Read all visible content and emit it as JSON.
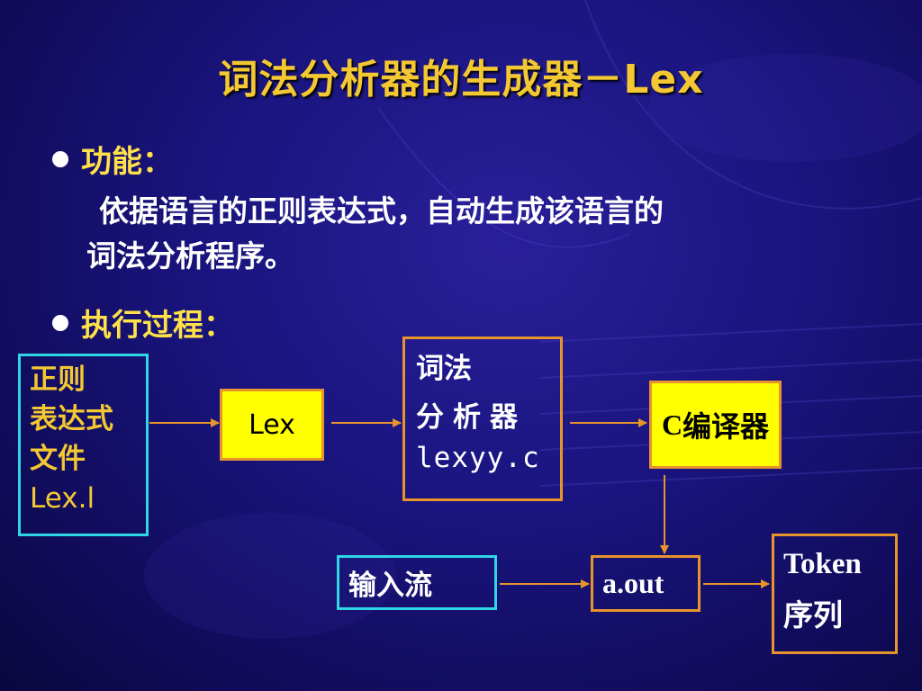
{
  "title": "词法分析器的生成器－Lex",
  "bullets": {
    "function_label": "功能：",
    "function_text_line1": "依据语言的正则表达式，自动生成该语言的",
    "function_text_line2": "词法分析程序。",
    "process_label": "执行过程："
  },
  "diagram": {
    "source_box": [
      "正则",
      "表达式",
      "文件",
      "Lex.l"
    ],
    "lex_box": "Lex",
    "lexyy_box": {
      "line1": "词法",
      "line2": "分析器",
      "line3": "lexyy.c"
    },
    "compiler_box": {
      "prefix": "C",
      "rest": "编译器"
    },
    "input_box": "输入流",
    "aout_box": "a.out",
    "token_box": {
      "line1": "Token",
      "line2": "序列"
    }
  },
  "colors": {
    "title": "#f4c832",
    "bullet_label": "#ffe14a",
    "cyan_border": "#2fd6e6",
    "orange_border": "#e8942c",
    "yellow_fill": "#ffff00"
  }
}
